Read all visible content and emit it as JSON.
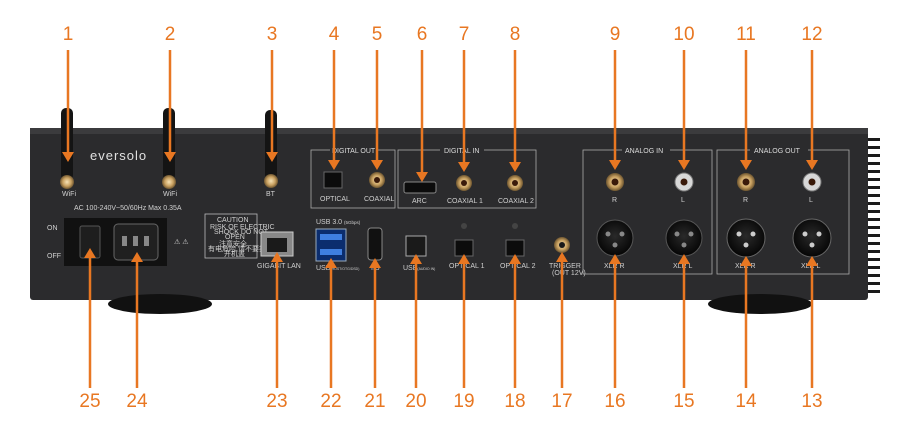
{
  "callouts": {
    "top": [
      "1",
      "2",
      "3",
      "4",
      "5",
      "6",
      "7",
      "8",
      "9",
      "10",
      "11",
      "12"
    ],
    "bottom": [
      "25",
      "24",
      "23",
      "22",
      "21",
      "20",
      "19",
      "18",
      "17",
      "16",
      "15",
      "14",
      "13"
    ],
    "color": "#e87722"
  },
  "panel": {
    "brand": "eversolo",
    "power_rating": "AC 100-240V~50/60Hz Max 0.35A",
    "switch_on": "ON",
    "switch_off": "OFF",
    "caution_title": "CAUTION",
    "caution_text_1": "RISK OF ELECTRIC",
    "caution_text_2": "SHOCK DO NOT",
    "caution_text_3": "OPEN",
    "caution_cn_title": "注意安全",
    "caution_cn_1": "有电危险,请不要打",
    "caution_cn_2": "开机盖",
    "wifi_1": "WiFi",
    "wifi_2": "WiFi",
    "bt": "BT",
    "gigabit_lan": "GIGABIT LAN",
    "digital_out": "DIGITAL OUT",
    "optical_out": "OPTICAL",
    "coaxial_out": "COAXIAL",
    "digital_in": "DIGITAL IN",
    "arc": "ARC",
    "coaxial_1": "COAXIAL 1",
    "coaxial_2": "COAXIAL 2",
    "usb3": "USB 3.0",
    "usb3_note": "(5Gbps)",
    "usb_bottom": "USB",
    "usb_bottom_note": "(HOST/OTG/DSD)",
    "i2s": "IIS",
    "usb_audio": "USB",
    "usb_audio_note": "(AUDIO IN)",
    "optical_1": "OPTICAL 1",
    "optical_2": "OPTICAL 2",
    "trigger": "TRIGGER",
    "trigger_note": "(OUT 12V)",
    "analog_in": "ANALOG IN",
    "analog_out": "ANALOG OUT",
    "r": "R",
    "l": "L",
    "xlr_r": "XLR R",
    "xlr_l": "XLR L"
  }
}
